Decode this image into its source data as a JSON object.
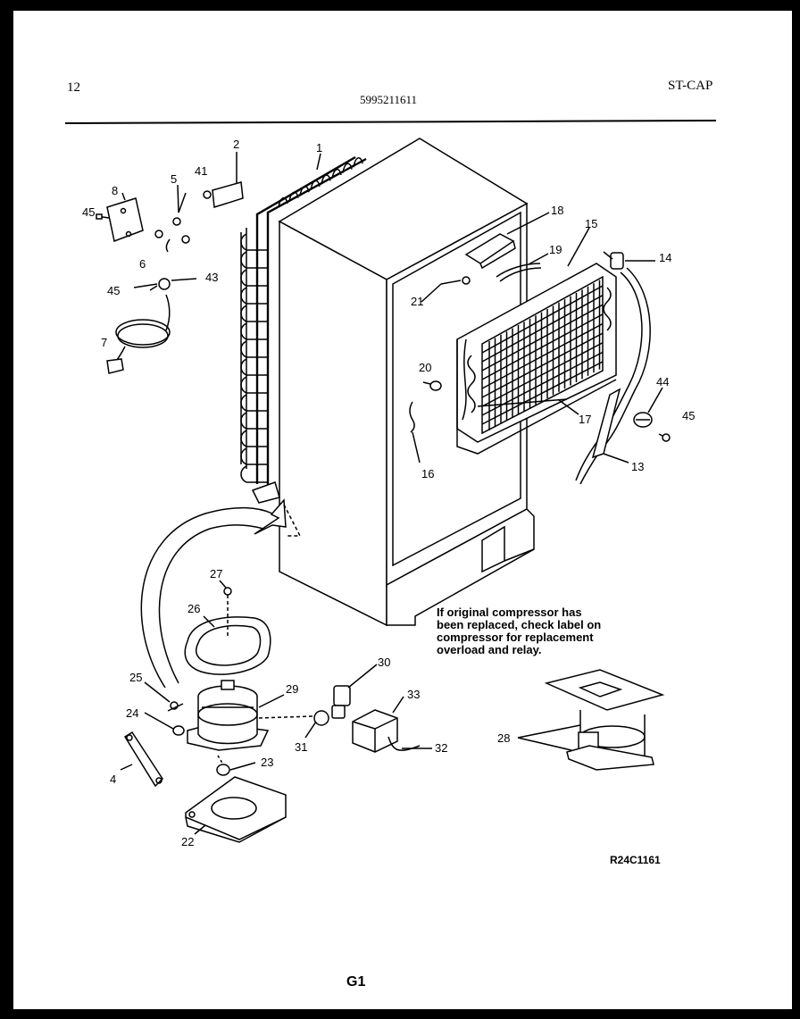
{
  "header": {
    "page_number": "12",
    "part_number": "5995211611",
    "model_code": "ST-CAP"
  },
  "note_lines": [
    "If original compressor has",
    "been replaced, check label on",
    "compressor for replacement",
    "overload and relay."
  ],
  "drawing_code": "R24C1161",
  "footer_code": "G1",
  "callouts": [
    "1",
    "2",
    "41",
    "8",
    "5",
    "45",
    "6",
    "45",
    "43",
    "7",
    "18",
    "15",
    "19",
    "14",
    "21",
    "20",
    "16",
    "17",
    "44",
    "45",
    "13",
    "27",
    "26",
    "25",
    "29",
    "24",
    "4",
    "23",
    "22",
    "30",
    "33",
    "31",
    "32",
    "28"
  ]
}
